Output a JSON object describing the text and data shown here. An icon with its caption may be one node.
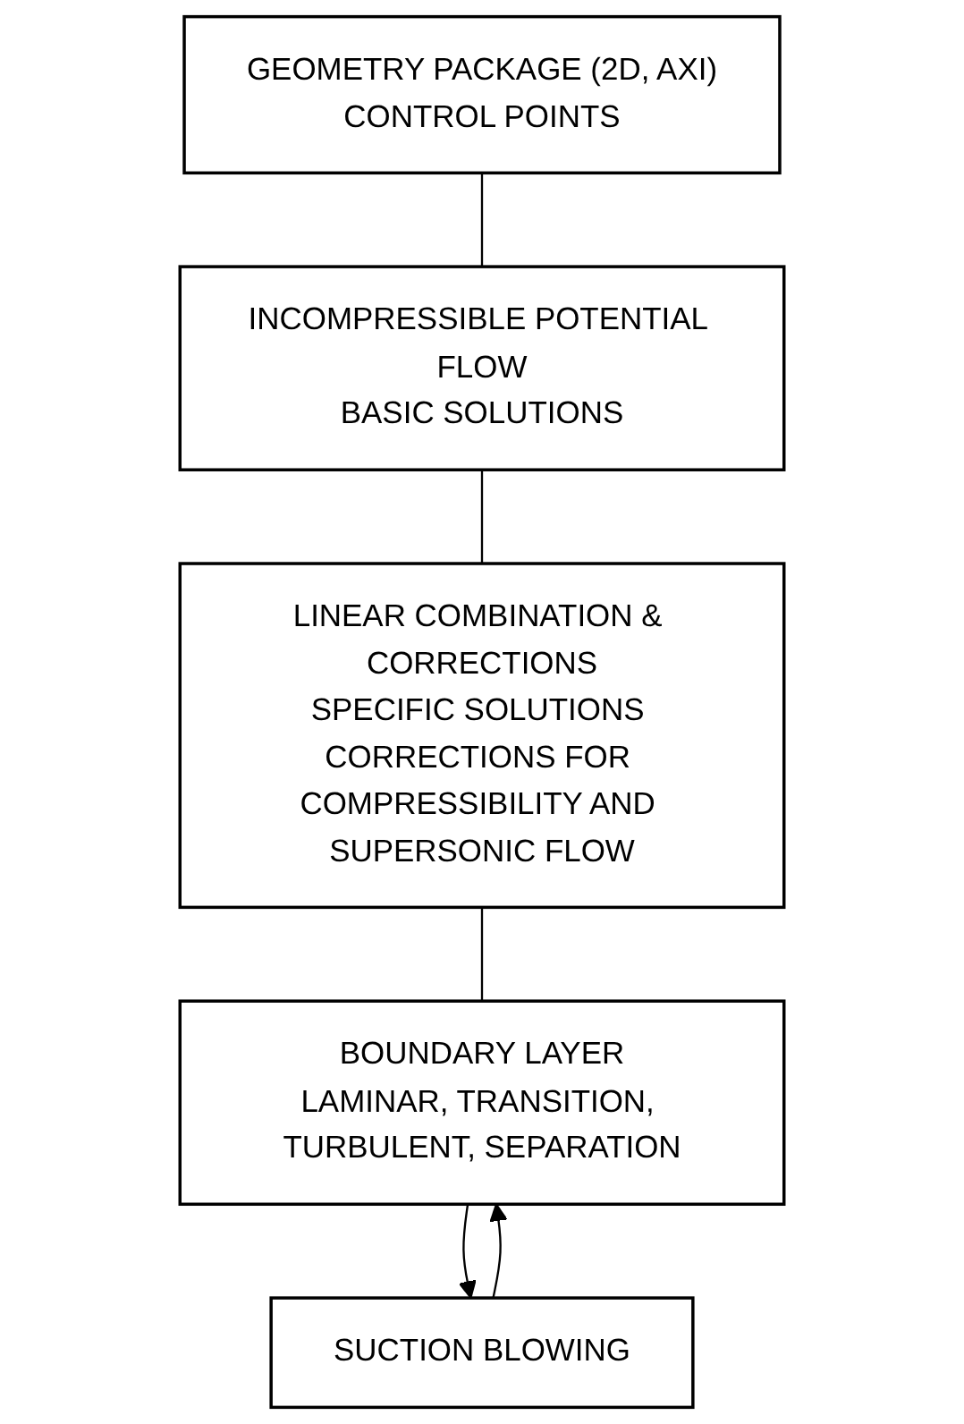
{
  "diagram": {
    "nodes": [
      {
        "text": [
          "GEOMETRY PACKAGE (2D, AXI)",
          "CONTROL POINTS"
        ]
      },
      {
        "text": [
          "INCOMPRESSIBLE POTENTIAL FLOW",
          "BASIC SOLUTIONS"
        ]
      },
      {
        "text": [
          "LINEAR COMBINATION & CORRECTIONS",
          "SPECIFIC SOLUTIONS CORRECTIONS FOR COMPRESSIBILITY AND SUPERSONIC FLOW"
        ]
      },
      {
        "text": [
          "BOUNDARY LAYER",
          "LAMINAR, TRANSITION, TURBULENT, SEPARATION"
        ]
      },
      {
        "text": [
          "SUCTION BLOWING"
        ]
      }
    ],
    "edges": [
      {
        "from": 0,
        "to": 1,
        "arrow": "none"
      },
      {
        "from": 1,
        "to": 2,
        "arrow": "none"
      },
      {
        "from": 2,
        "to": 3,
        "arrow": "none"
      },
      {
        "from": 3,
        "to": 4,
        "arrow": "to"
      },
      {
        "from": 4,
        "to": 3,
        "arrow": "to"
      }
    ]
  }
}
